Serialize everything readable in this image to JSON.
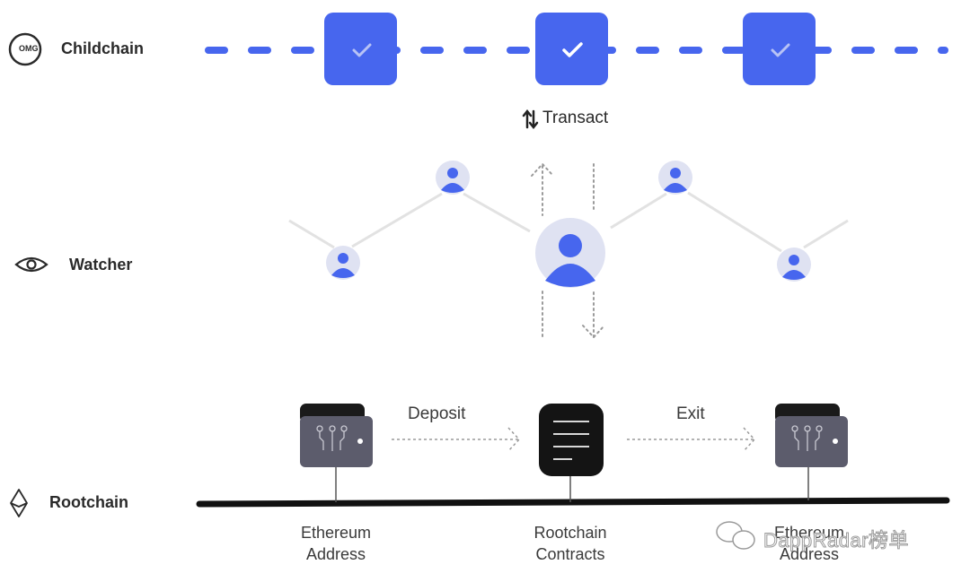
{
  "colors": {
    "accent_blue": "#4766ee",
    "node_halo": "#dfe2f2",
    "link_gray": "#e0e0e0",
    "wallet_body": "#5c5c6c",
    "wallet_top": "#1a1a1a",
    "contract_fill": "#141414",
    "rootchain_line": "#111111"
  },
  "rows": {
    "childchain": {
      "label": "Childchain",
      "icon": "omg-logo-icon",
      "icon_text": "OMG"
    },
    "watcher": {
      "label": "Watcher",
      "icon": "eye-icon"
    },
    "rootchain": {
      "label": "Rootchain",
      "icon": "ethereum-icon"
    }
  },
  "childchain": {
    "blocks": [
      {
        "name": "block-1",
        "status": "confirmed",
        "icon": "check-icon"
      },
      {
        "name": "block-2",
        "status": "confirmed",
        "icon": "check-icon"
      },
      {
        "name": "block-3",
        "status": "confirmed",
        "icon": "check-icon"
      }
    ]
  },
  "transact": {
    "label": "Transact",
    "icon": "swap-vertical-icon"
  },
  "watcher_nodes": [
    {
      "name": "watcher-node-1",
      "icon": "user-icon"
    },
    {
      "name": "watcher-node-2",
      "icon": "user-icon"
    },
    {
      "name": "watcher-user-main",
      "icon": "user-icon"
    },
    {
      "name": "watcher-node-3",
      "icon": "user-icon"
    },
    {
      "name": "watcher-node-4",
      "icon": "user-icon"
    }
  ],
  "rootchain": {
    "items": [
      {
        "name": "ethereum-address-left",
        "icon": "wallet-icon",
        "caption_line1": "Ethereum",
        "caption_line2": "Address"
      },
      {
        "name": "rootchain-contracts",
        "icon": "contract-document-icon",
        "caption_line1": "Rootchain",
        "caption_line2": "Contracts"
      },
      {
        "name": "ethereum-address-right",
        "icon": "wallet-icon",
        "caption_line1": "Ethereum",
        "caption_line2": "Address"
      }
    ],
    "flows": [
      {
        "label": "Deposit",
        "icon": "arrow-right-icon"
      },
      {
        "label": "Exit",
        "icon": "arrow-right-icon"
      }
    ]
  },
  "watermark": {
    "text": "DappRadar榜单",
    "icon": "wechat-icon"
  }
}
